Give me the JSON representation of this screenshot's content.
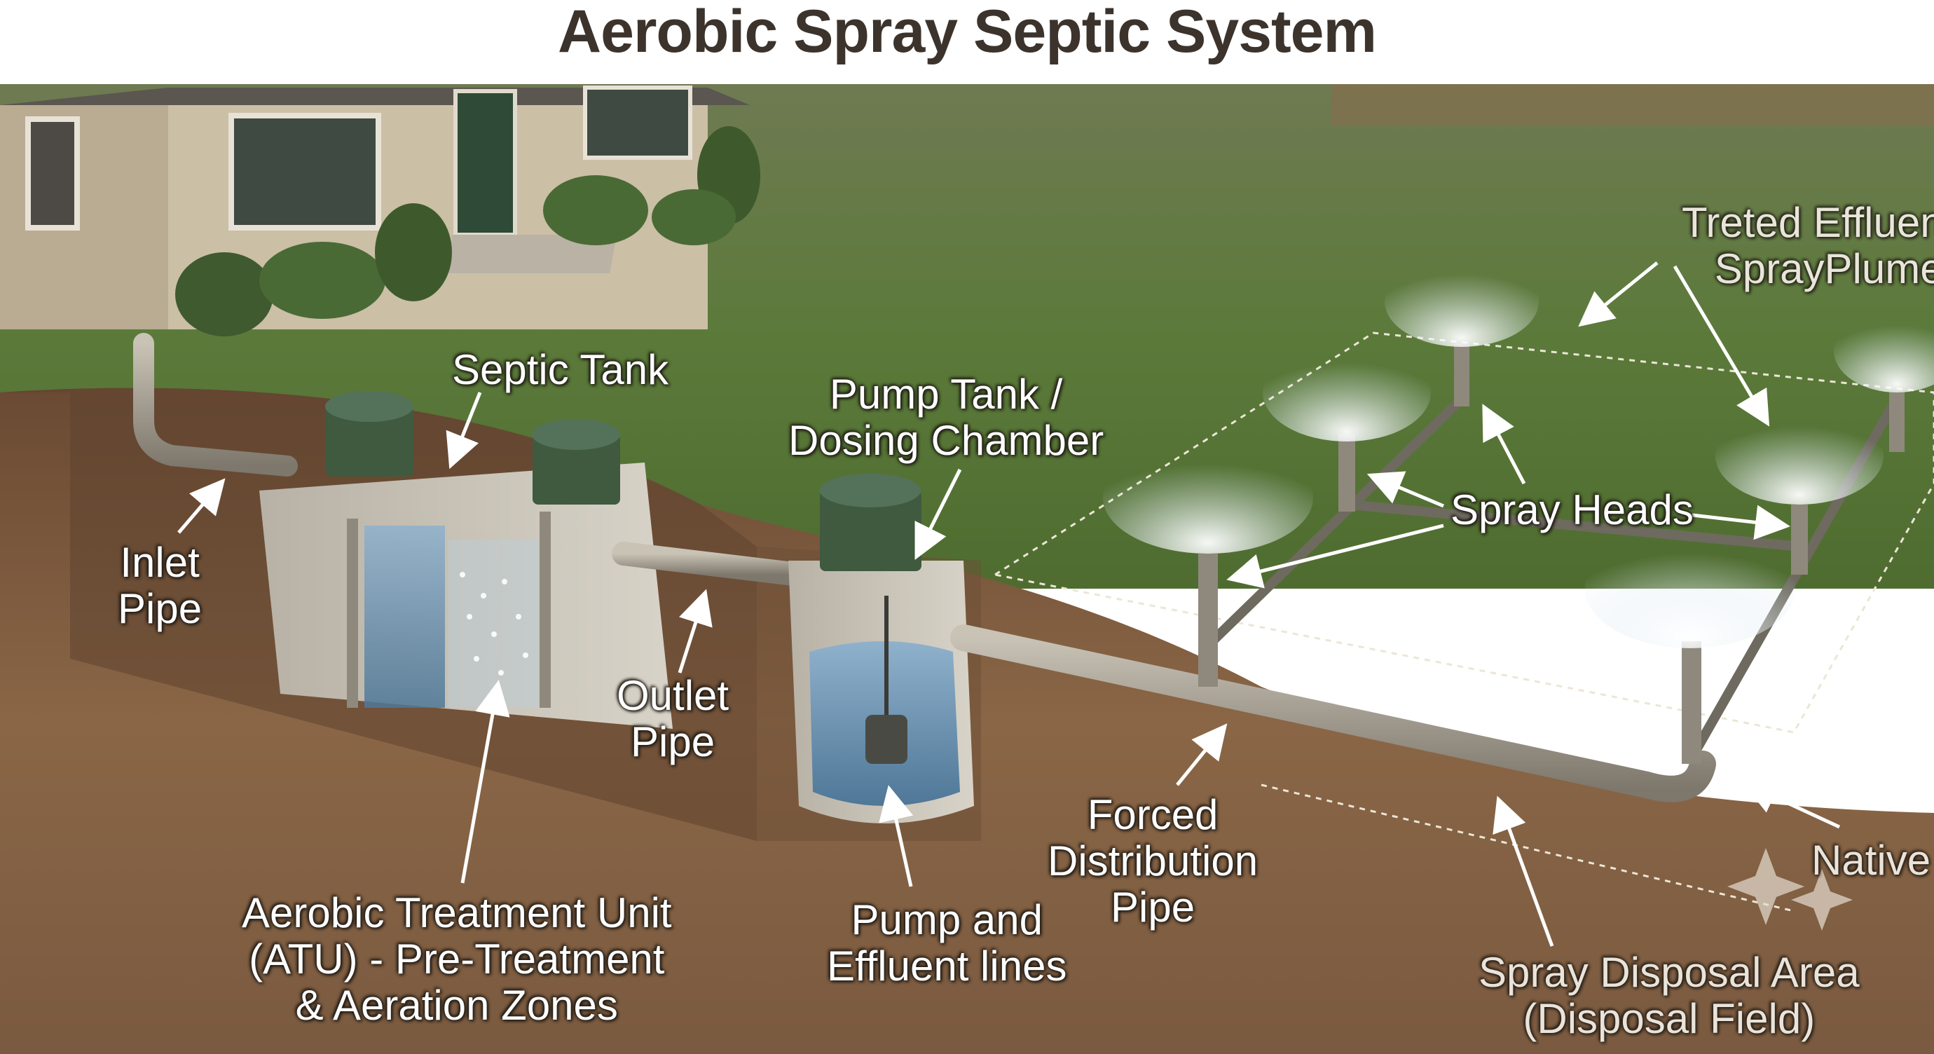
{
  "title": "Aerobic Spray Septic System",
  "labels": {
    "septic_tank": "Septic Tank",
    "pump_tank": [
      "Pump Tank /",
      "Dosing Chamber"
    ],
    "inlet_pipe": [
      "Inlet",
      "Pipe"
    ],
    "outlet_pipe": [
      "Outlet",
      "Pipe"
    ],
    "atu": [
      "Aerobic Treatment Unit",
      "(ATU) - Pre-Treatment",
      "& Aeration Zones"
    ],
    "pump_lines": [
      "Pump and",
      "Effluent lines"
    ],
    "distribution_pipe": [
      "Forced",
      "Distribution",
      "Pipe"
    ],
    "spray_heads": "Spray Heads",
    "treated_effluent": [
      "Treted Effluen",
      "SprayPlume"
    ],
    "native": "Native",
    "disposal_area": [
      "Spray Disposal Area",
      "(Disposal Field)"
    ]
  },
  "colors": {
    "sky_lawn": "#5f7a3c",
    "soil": "#7a5a40",
    "tank_lid": "#3f5a3e",
    "pipe": "#9b9488",
    "water": "#5f87a8"
  }
}
